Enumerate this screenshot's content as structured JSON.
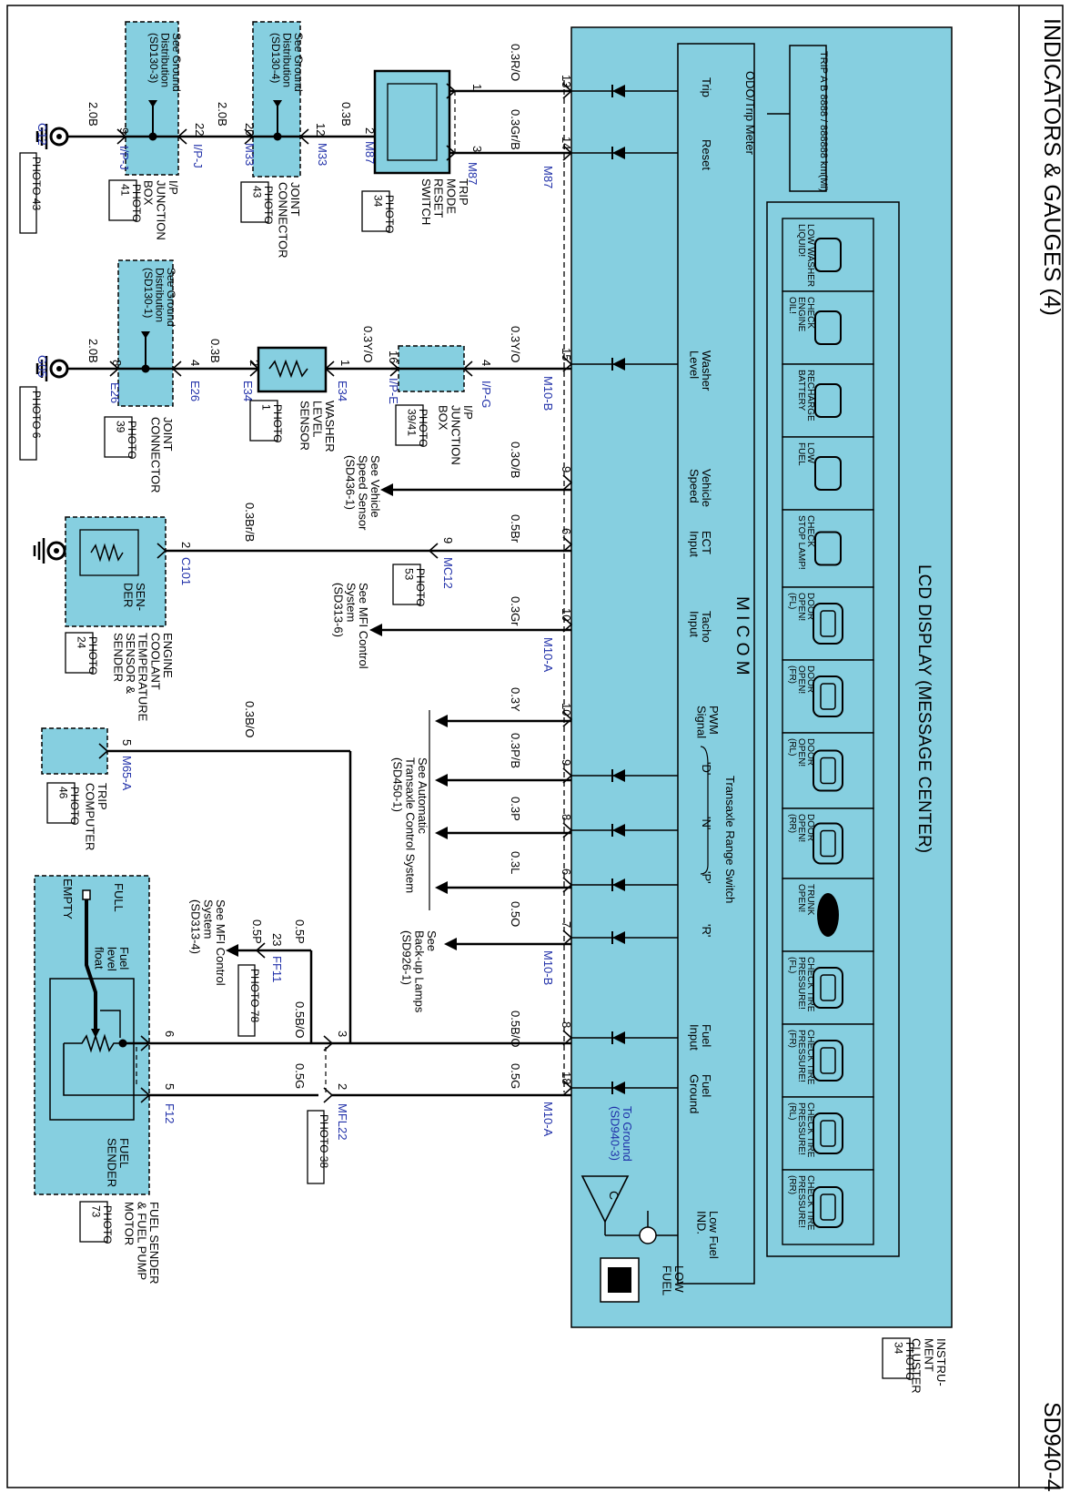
{
  "header": {
    "title": "INDICATORS & GAUGES (4)",
    "code": "SD940-4"
  },
  "cluster": {
    "name_lines": [
      "INSTRU-",
      "MENT",
      "CLUSTER"
    ],
    "photo_lines": [
      "PHOTO",
      "34"
    ],
    "lcd_title": "LCD DISPLAY (MESSAGE CENTER)",
    "micom": "M I C O M",
    "odo_label": "ODO/Trip Meter",
    "odo_display": "TRIP A B  8888 / 888888 km(Mi)",
    "low_fuel_ind": [
      "Low Fuel",
      "IND."
    ],
    "low_fuel_lamp": [
      "LOW",
      "FUEL"
    ],
    "to_ground": [
      "To Ground",
      "(SD940-3)"
    ],
    "ground_symbol": "C",
    "transaxle_range_switch": "Transaxle Range Switch",
    "warnings": [
      [
        "LOW WASHER",
        "LIQUID!"
      ],
      [
        "CHECK",
        "ENGINE",
        "OIL!"
      ],
      [
        "RECHARGE",
        "BATTERY"
      ],
      [
        "LOW",
        "FUEL"
      ],
      [
        "CHECK",
        "STOP LAMP!"
      ],
      [
        "DOOR",
        "OPEN!",
        "(FL)"
      ],
      [
        "DOOR",
        "OPEN!",
        "(FR)"
      ],
      [
        "DOOR",
        "OPEN!",
        "(RL)"
      ],
      [
        "DOOR",
        "OPEN!",
        "(RR)"
      ],
      [
        "TRUNK",
        "OPEN!"
      ],
      [
        "CHECK TIRE",
        "PRESSURE!",
        "(FL)"
      ],
      [
        "CHECK TIRE",
        "PRESSURE!",
        "(FR)"
      ],
      [
        "CHECK TIRE",
        "PRESSURE!",
        "(RL)"
      ],
      [
        "CHECK TIRE",
        "PRESSURE!",
        "(RR)"
      ]
    ],
    "signals": [
      [
        "Trip"
      ],
      [
        "Reset"
      ],
      [
        "Washer",
        "Level"
      ],
      [
        "Vehicle",
        "Speed"
      ],
      [
        "ECT",
        "Input"
      ],
      [
        "Tacho",
        "Input"
      ],
      [
        "PWM",
        "Signal"
      ],
      [
        "'D'"
      ],
      [
        "'N'"
      ],
      [
        "'P'"
      ],
      [
        "'R'"
      ],
      [
        "Fuel",
        "Input"
      ],
      [
        "Fuel",
        "Ground"
      ]
    ],
    "pins": [
      "13",
      "14",
      "15",
      "9",
      "6",
      "10",
      "10",
      "9",
      "8",
      "6",
      "7",
      "8",
      "18"
    ],
    "connectors": [
      "M87",
      "M10-B",
      "M10-A",
      "M10-B",
      "M10-A"
    ]
  },
  "wires": {
    "trip": "0.3R/O",
    "reset": "0.3Gr/B",
    "washer": "0.3Y/O",
    "speed": "0.3O/B",
    "ect": "0.5Br",
    "tacho": "0.3Gr",
    "pwm": "0.3Y",
    "d": "0.3P/B",
    "n": "0.3P",
    "p": "0.3L",
    "r": "0.5O",
    "fuel_in": "0.5B/O",
    "fuel_gnd": "0.5G",
    "tm_to_m33": "0.3B",
    "m33_to_ipj": "2.0B",
    "ipj_to_g12": "2.0B",
    "ipe_to_wl": "0.3Y/O",
    "wl_to_e26": "0.3B",
    "e26_to_g05": "2.0B",
    "ect_mc12": "0.3Br/B",
    "trip_comp": "0.3B/O",
    "ff11_a": "0.5P",
    "ff11_b": "0.5P",
    "fuel_sender_in": "0.5B/O",
    "fuel_sender_gnd": "0.5G"
  },
  "trip_switch": {
    "name": [
      "TRIP",
      "MODE",
      "RESET",
      "SWITCH"
    ],
    "photo": [
      "PHOTO",
      "34"
    ],
    "pins": [
      "1",
      "2",
      "3"
    ],
    "connector": "M87"
  },
  "ground_dist_1": {
    "lines": [
      "See Ground",
      "Distribution",
      "(SD130-3)"
    ]
  },
  "ground_dist_2": {
    "lines": [
      "See Ground",
      "Distribution",
      "(SD130-4)"
    ]
  },
  "ground_dist_3": {
    "lines": [
      "See Ground",
      "Distribution",
      "(SD130-1)"
    ]
  },
  "ip_jbox_1": {
    "name": [
      "I/P",
      "JUNCTION",
      "BOX"
    ],
    "photo": [
      "PHOTO",
      "41"
    ],
    "pins": [
      "9",
      "22"
    ],
    "conn": [
      "I/P-J",
      "I/P-J"
    ]
  },
  "joint_1": {
    "name": [
      "JOINT",
      "CONNECTOR"
    ],
    "photo": [
      "PHOTO",
      "43"
    ],
    "pins": [
      "20",
      "12"
    ],
    "conn": [
      "M33",
      "M33"
    ]
  },
  "g12": {
    "label": "G12",
    "photo": "PHOTO 43"
  },
  "g05": {
    "label": "G05",
    "photo": "PHOTO 6"
  },
  "ip_jbox_2": {
    "name": [
      "I/P",
      "JUNCTION",
      "BOX"
    ],
    "photo": [
      "PHOTO",
      "39/41"
    ],
    "pins": [
      "16",
      "4"
    ],
    "conn": [
      "I/P-E",
      "I/P-G"
    ]
  },
  "washer_sensor": {
    "name": [
      "WASHER",
      "LEVEL",
      "SENSOR"
    ],
    "photo": [
      "PHOTO",
      "1"
    ],
    "pins": [
      "2",
      "1"
    ],
    "conn": [
      "E34",
      "E34"
    ]
  },
  "joint_2": {
    "name": [
      "JOINT",
      "CONNECTOR"
    ],
    "photo": [
      "PHOTO",
      "39"
    ],
    "pins": [
      "8",
      "4"
    ],
    "conn": [
      "E26",
      "E26"
    ]
  },
  "speed_ref": [
    "See Vehicle",
    "Speed Sensor",
    "(SD436-1)"
  ],
  "ect_sensor": {
    "name": [
      "ENGINE",
      "COOLANT",
      "TEMPERATURE",
      "SENSOR &",
      "SENDER"
    ],
    "photo": [
      "PHOTO",
      "24"
    ],
    "inner": [
      "SEN-",
      "DER"
    ],
    "pin": "2",
    "conn": "C101"
  },
  "mc12": {
    "conn": "MC12",
    "pin": "9",
    "photo": [
      "PHOTO",
      "53"
    ]
  },
  "mfi_ref_1": [
    "See MFI Control",
    "System",
    "(SD313-6)"
  ],
  "trip_computer": {
    "name": [
      "TRIP",
      "COMPUTER"
    ],
    "photo": [
      "PHOTO",
      "46"
    ],
    "pin": "5",
    "conn": "M65-A"
  },
  "ats_ref": [
    "See Automatic",
    "Transaxle Control System",
    "(SD450-1)"
  ],
  "backup_ref": [
    "See",
    "Back-up Lamps",
    "(SD926-1)"
  ],
  "mfi_ref_2": [
    "See MFI Control",
    "System",
    "(SD313-4)"
  ],
  "ff11": {
    "conn": "FF11",
    "pin": "23",
    "photo": [
      "PHOTO 78"
    ]
  },
  "mfl22": {
    "conn": "MFL22",
    "pins": [
      "3",
      "2"
    ],
    "photo": [
      "PHOTO 38"
    ]
  },
  "fuel_sender": {
    "name": [
      "FUEL SENDER",
      "& FUEL PUMP",
      "MOTOR"
    ],
    "photo": [
      "PHOTO",
      "73"
    ],
    "inner": [
      "FUEL",
      "SENDER"
    ],
    "float": [
      "Fuel",
      "level",
      "float"
    ],
    "full": "FULL",
    "empty": "EMPTY",
    "pins": [
      "6",
      "5"
    ],
    "conn": "F12"
  },
  "colors": {
    "component": "#86cfe0",
    "wire": "#000000",
    "ref": "#1f2fa8"
  },
  "icons": [
    "washer-icon",
    "oil-can-icon",
    "battery-icon",
    "fuel-pump-icon",
    "stop-lamp-icon",
    "car-door-icon",
    "trunk-car-icon",
    "tire-car-icon",
    "diode-icon",
    "ground-icon",
    "led-icon"
  ]
}
